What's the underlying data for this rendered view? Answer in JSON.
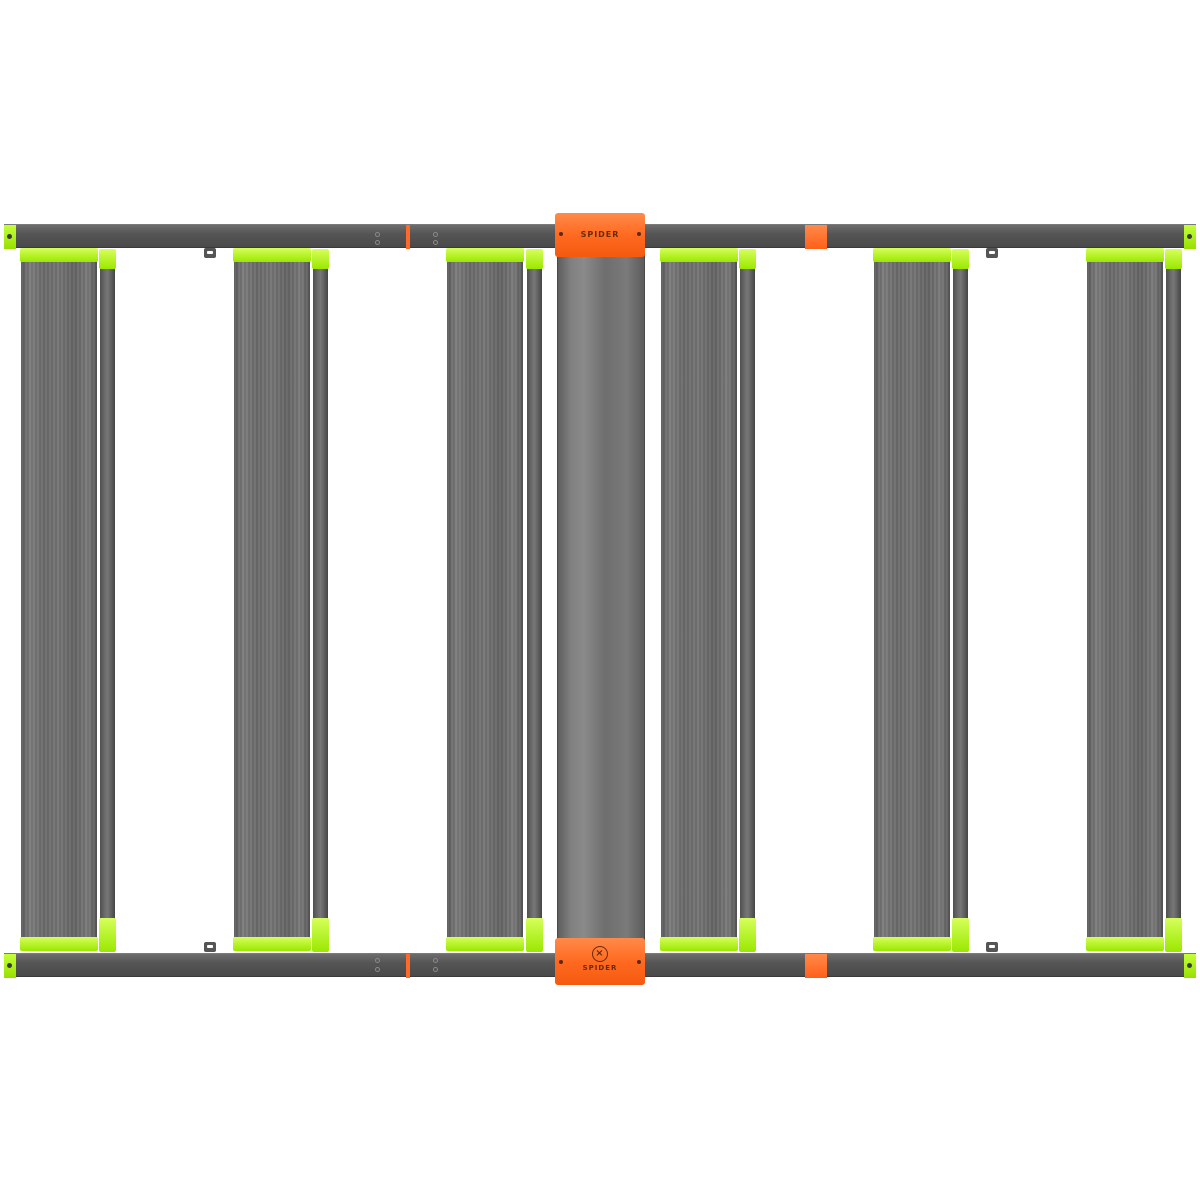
{
  "product": {
    "top_logo": "SPIDER",
    "bottom_logo": "SPIDER"
  },
  "colors": {
    "frame": "#5a5a5a",
    "bar": "#6f6f6f",
    "accent_green": "#b6ff1e",
    "accent_orange": "#ff6a20",
    "background": "#ffffff"
  },
  "light_bars": [
    {
      "id": 1
    },
    {
      "id": 2
    },
    {
      "id": 3
    },
    {
      "id": 4
    },
    {
      "id": 5
    },
    {
      "id": 6
    }
  ],
  "icons": {
    "center_mark": "×"
  }
}
